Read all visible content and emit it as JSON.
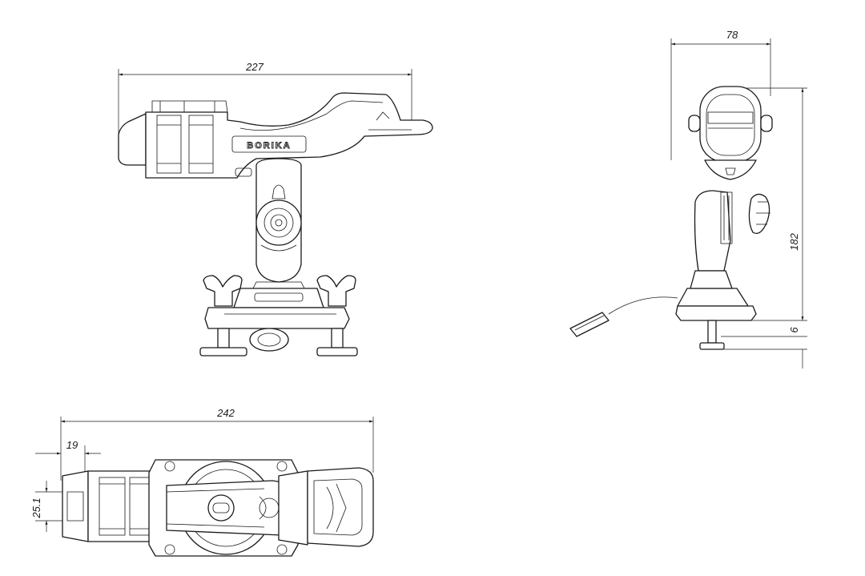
{
  "brand_text": "BORIKA",
  "dimensions": {
    "front_width": "227",
    "side_width": "78",
    "side_height": "182",
    "side_base": "6",
    "top_length": "242",
    "top_offset": "19",
    "top_tube": "25.1"
  }
}
